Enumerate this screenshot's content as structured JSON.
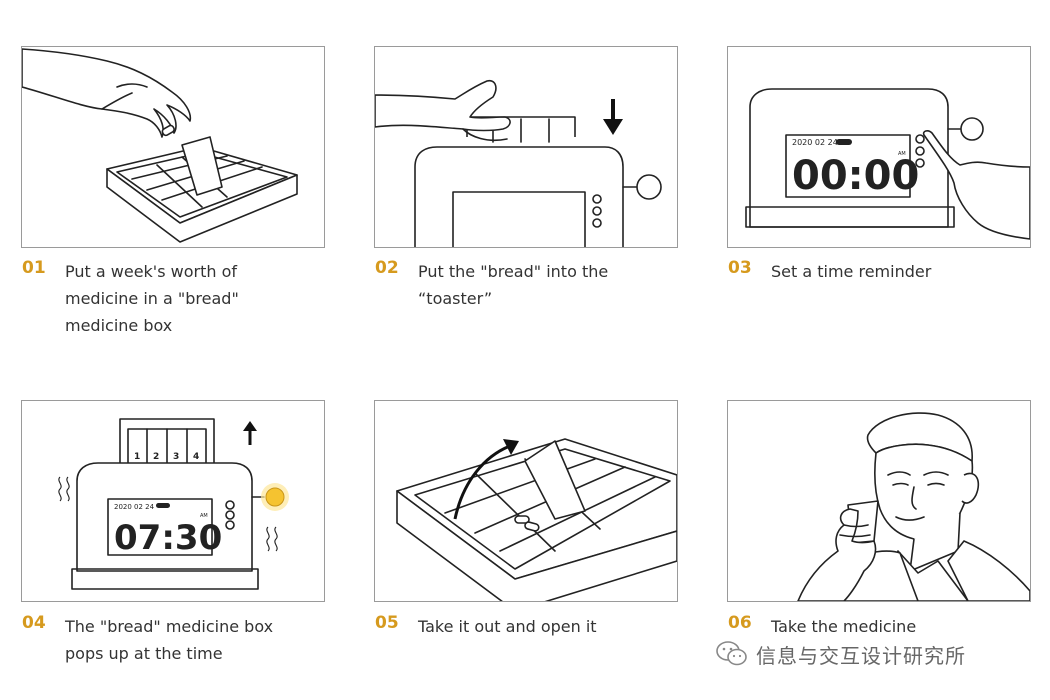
{
  "steps": [
    {
      "num": "01",
      "text": "Put a week's worth of medicine in a \"bread\" medicine box"
    },
    {
      "num": "02",
      "text": "Put the \"bread\" into the “toaster”"
    },
    {
      "num": "03",
      "text": "Set a time reminder"
    },
    {
      "num": "04",
      "text": "The \"bread\" medicine box pops up at the time"
    },
    {
      "num": "05",
      "text": "Take it out and open it"
    },
    {
      "num": "06",
      "text": "Take the medicine"
    }
  ],
  "display": {
    "date": "2020 02 24",
    "ampm": "AM",
    "set_time": "00:00",
    "alarm_time": "07:30",
    "slots": [
      "1",
      "2",
      "3",
      "4"
    ]
  },
  "watermark": {
    "text": "信息与交互设计研究所",
    "icon": "wechat-icon"
  },
  "colors": {
    "accent": "#d69a1e",
    "light": "#f5c330"
  }
}
